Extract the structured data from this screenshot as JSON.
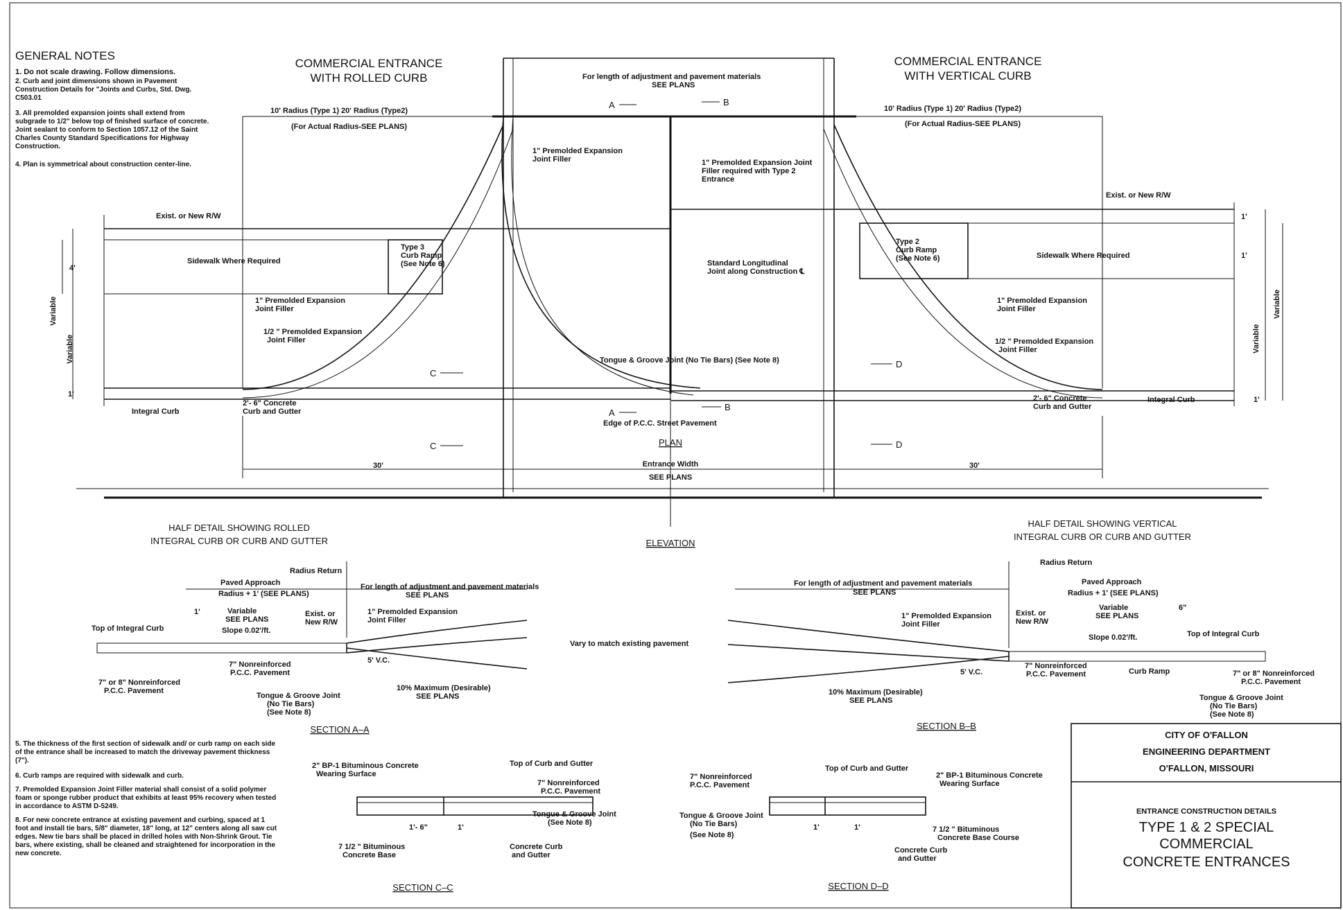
{
  "general_notes": {
    "title": "GENERAL NOTES",
    "items": [
      "1. Do not scale drawing. Follow dimensions.",
      "2. Curb and joint dimensions shown in Pavement Construction Details for \"Joints and Curbs, Std. Dwg. C503.01",
      "3. All premolded expansion joints shall extend from subgrade to 1/2\" below top of finished surface of concrete. Joint sealant to conform to Section 1057.12 of the Saint Charles County Standard Specifications for Highway Construction.",
      "4. Plan is symmetrical about construction center-line."
    ],
    "more_items": [
      "5. The thickness of the first section of sidewalk and/ or curb ramp on each side of the entrance shall be increased to match the driveway pavement thickness (7\").",
      "6. Curb ramps are required with sidewalk and curb.",
      "7. Premolded Expansion Joint Filler material shall consist of a solid polymer foam or sponge rubber product that exhibits at least 95% recovery when tested in accordance to ASTM D-5249.",
      "8. For new concrete entrance at existing pavement and curbing, spaced at 1 foot and install tie bars, 5/8\" diameter, 18\" long, at 12\" centers along all saw cut edges. New tie bars shall be placed in drilled holes with Non-Shrink Grout. Tie bars, where existing, shall be cleaned and straightened for incorporation in the new concrete."
    ]
  },
  "plan": {
    "left_title_1": "COMMERCIAL ENTRANCE",
    "left_title_2": "WITH ROLLED CURB",
    "right_title_1": "COMMERCIAL ENTRANCE",
    "right_title_2": "WITH VERTICAL CURB",
    "radius_note": "10' Radius (Type 1)   20' Radius (Type2)",
    "radius_note_2": "(For Actual Radius-SEE PLANS)",
    "adjustment_note_1": "For length of adjustment and pavement materials",
    "adjustment_note_2": "SEE PLANS",
    "row": "Exist. or New R/W",
    "sidewalk": "Sidewalk Where Required",
    "premolded_1": "1\" Premolded Expansion",
    "joint_filler": "Joint Filler",
    "premolded_half": "1/2 \" Premolded Expansion",
    "premolded_type2_1": "1\" Premolded Expansion Joint",
    "premolded_type2_2": "Filler required with Type 2",
    "premolded_type2_3": "Entrance",
    "type3_ramp_1": "Type 3",
    "type3_ramp_2": "Curb Ramp",
    "type3_ramp_3": "(See Note 6)",
    "type2_ramp_1": "Type 2",
    "type2_ramp_2": "Curb Ramp",
    "type2_ramp_3": "(See Note 6)",
    "longitudinal_1": "Standard Longitudinal",
    "longitudinal_2": "Joint along Construction ℄",
    "tongue_groove": "Tongue & Groove Joint (No Tie Bars) (See Note 8)",
    "edge_pcc": "Edge of P.C.C. Street Pavement",
    "integral_curb": "Integral Curb",
    "curb_gutter_1": "2'- 6\" Concrete",
    "curb_gutter_2": "Curb and Gutter",
    "variable": "Variable",
    "dim_4": "4'",
    "dim_1": "1'",
    "dim_30_left": "30'",
    "dim_30_right": "30'",
    "entrance_width_1": "Entrance Width",
    "entrance_width_2": "SEE PLANS",
    "plan_label": "PLAN",
    "elevation_label": "ELEVATION",
    "sec_a": "A",
    "sec_b": "B",
    "sec_c": "C",
    "sec_d": "D"
  },
  "half_left": {
    "title_1": "HALF DETAIL SHOWING ROLLED",
    "title_2": "INTEGRAL CURB OR CURB AND GUTTER"
  },
  "half_right": {
    "title_1": "HALF DETAIL SHOWING VERTICAL",
    "title_2": "INTEGRAL CURB OR CURB AND GUTTER"
  },
  "section_aa": {
    "radius_return": "Radius Return",
    "paved_approach": "Paved Approach",
    "radius_plus": "Radius + 1' (SEE PLANS)",
    "variable": "Variable",
    "see_plans": "SEE PLANS",
    "slope": "Slope 0.02'/ft.",
    "exist_row_1": "Exist. or",
    "exist_row_2": "New R/W",
    "top_curb": "Top of Integral Curb",
    "nonreinforced_1": "7\" or 8\" Nonreinforced",
    "nonreinforced_2": "P.C.C. Pavement",
    "nonreinforced_7_1": "7\" Nonreinforced",
    "nonreinforced_7_2": "P.C.C. Pavement",
    "tg_1": "Tongue & Groove Joint",
    "tg_2": "(No Tie Bars)",
    "tg_3": "(See Note 8)",
    "vary": "Vary to match existing pavement",
    "vc": "5' V.C.",
    "min_1": "10% Maximum (Desirable)",
    "min_2": "SEE PLANS",
    "dim_1": "1'",
    "label": "SECTION   A–A"
  },
  "section_bb": {
    "slope": "Slope 0.02'/ft.",
    "curb_ramp": "Curb Ramp",
    "dim_6": "6\"",
    "label": "SECTION   B–B"
  },
  "section_cc": {
    "bituminous_1": "2\" BP-1 Bituminous Concrete",
    "bituminous_2": "Wearing Surface",
    "top_curb_gutter": "Top of Curb and Gutter",
    "base_1": "7 1/2 \" Bituminous",
    "base_2": "Concrete Base",
    "curb_gutter_1": "Concrete Curb",
    "curb_gutter_2": "and Gutter",
    "dim_a": "1'- 6\"",
    "dim_b": "1'",
    "label": "SECTION   C–C"
  },
  "section_dd": {
    "base_course": "Concrete Base Course",
    "dim_a": "1'",
    "dim_b": "1'",
    "label": "SECTION   D–D"
  },
  "title_block": {
    "city": "CITY OF O'FALLON",
    "dept": "ENGINEERING DEPARTMENT",
    "location": "O'FALLON, MISSOURI",
    "subtitle": "ENTRANCE CONSTRUCTION DETAILS",
    "title_1": "TYPE 1 & 2 SPECIAL",
    "title_2": "COMMERCIAL",
    "title_3": "CONCRETE ENTRANCES"
  }
}
